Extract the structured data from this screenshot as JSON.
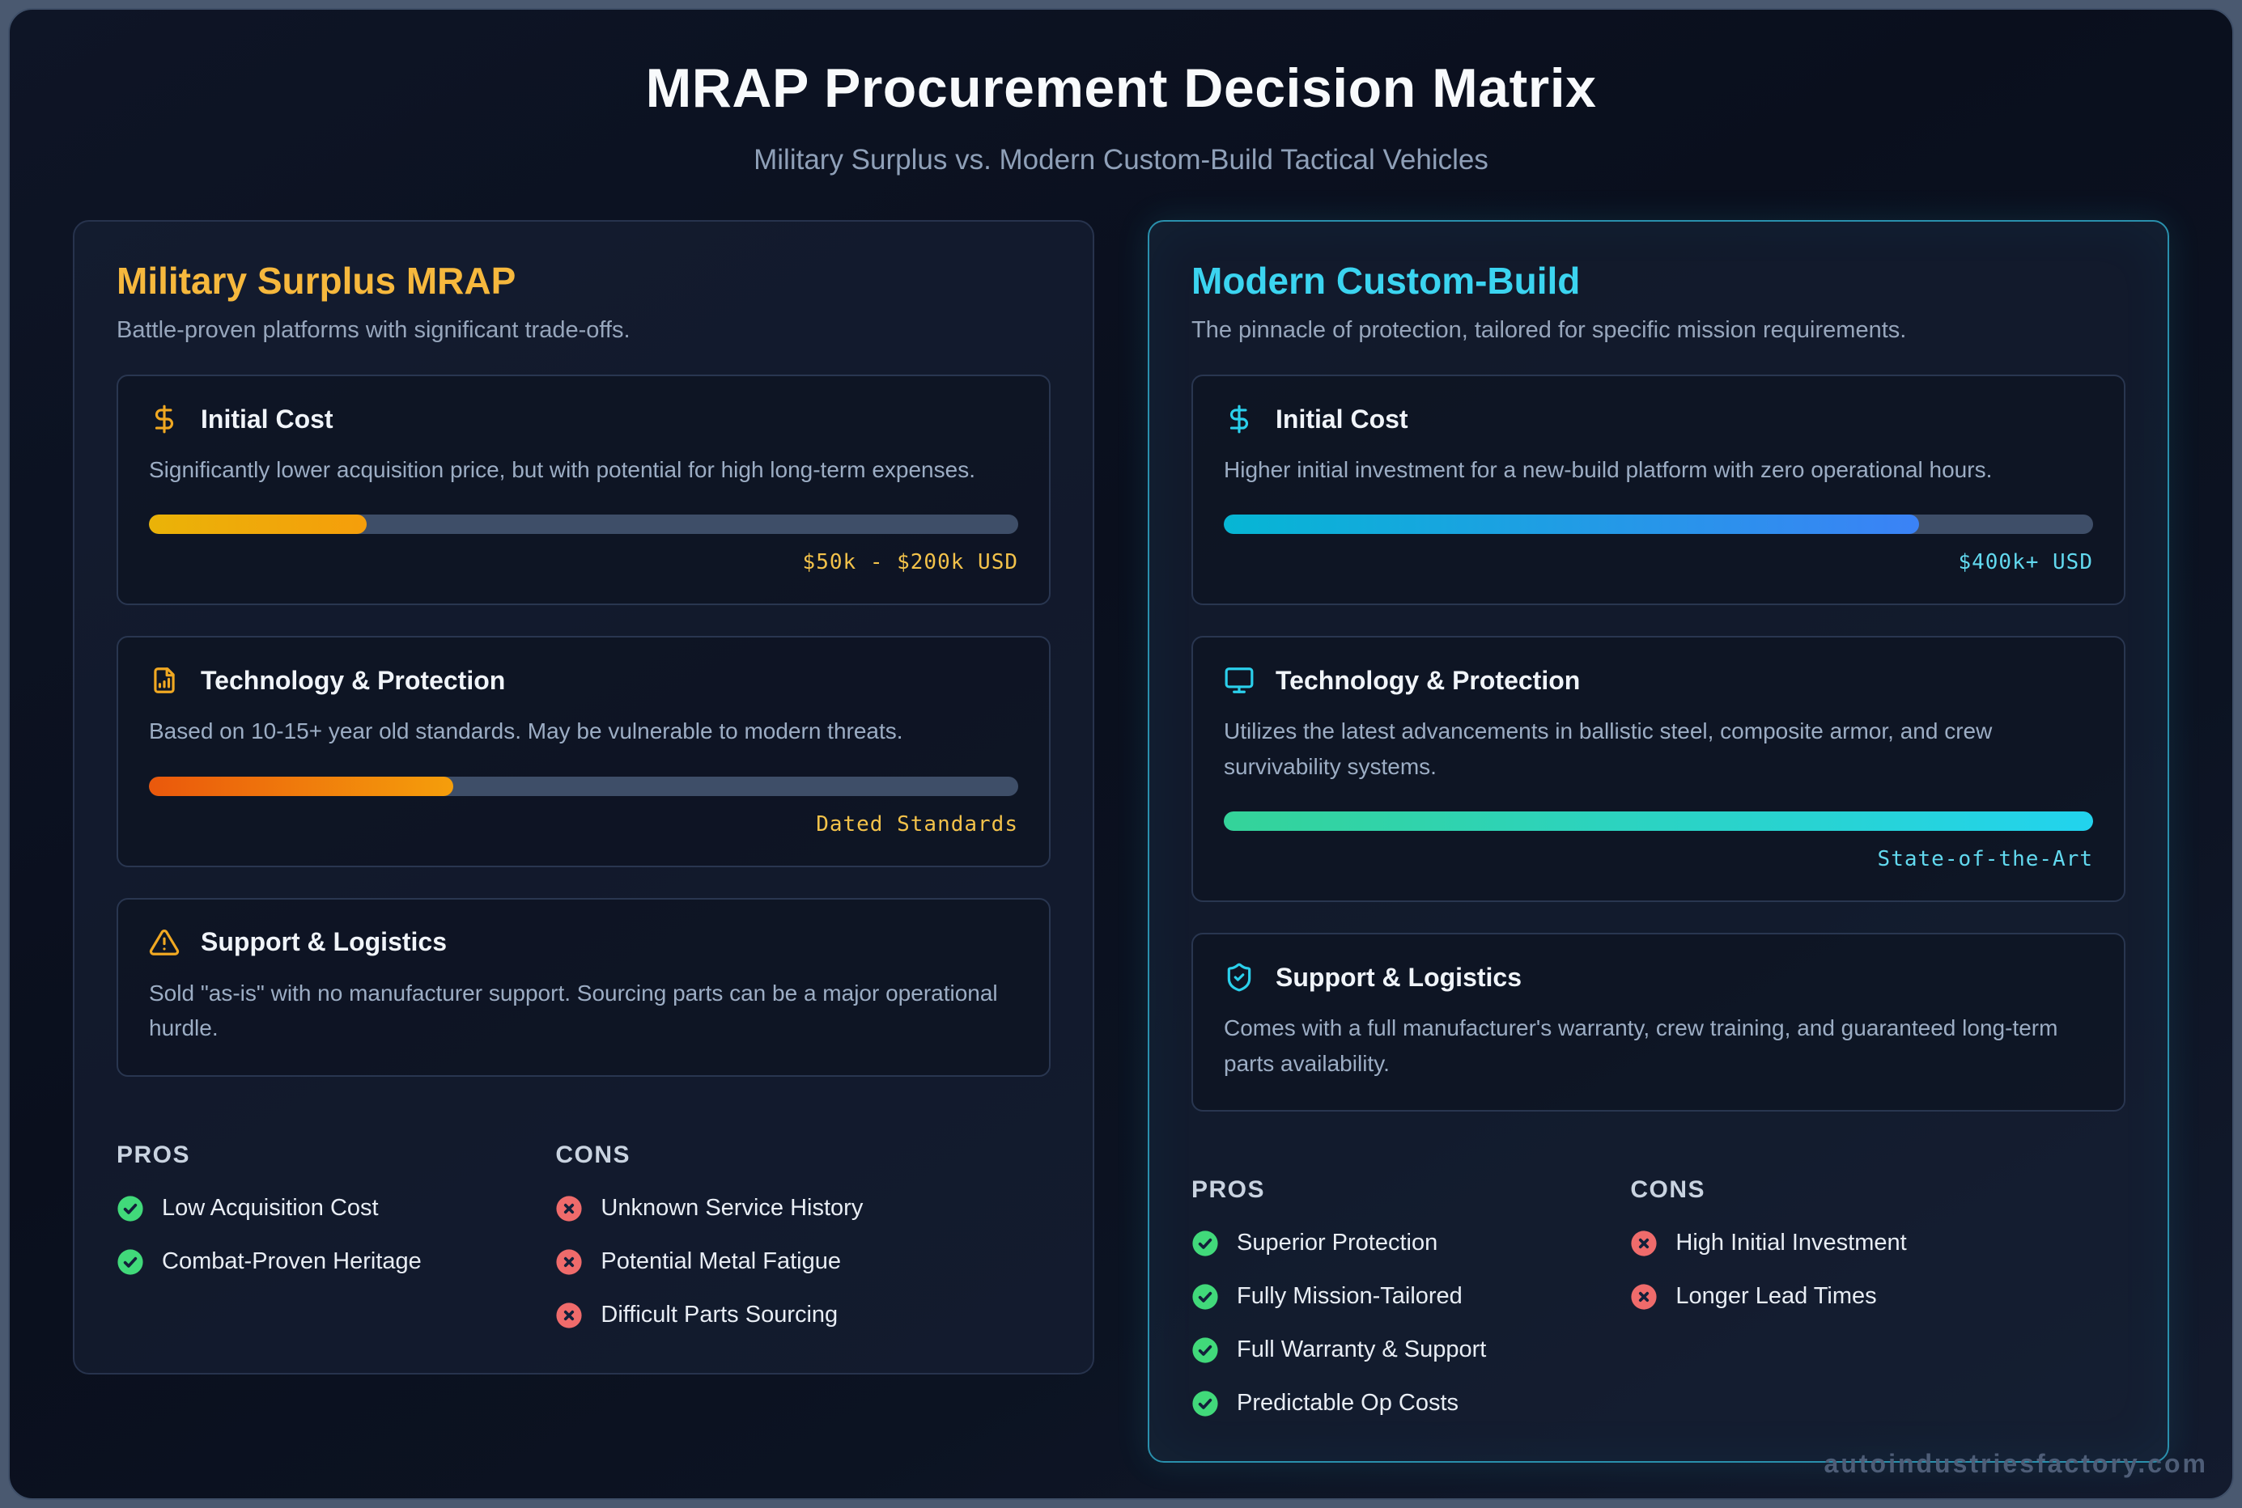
{
  "page": {
    "title": "MRAP Procurement Decision Matrix",
    "subtitle": "Military Surplus vs. Modern Custom-Build Tactical Vehicles",
    "watermark": "autoindustriesfactory.com"
  },
  "colors": {
    "background": "#0a0f1d",
    "card_border": "#27334d",
    "accent_card_border": "#2a90ad",
    "bar_track": "#3e4e68",
    "pro_badge": "#41d97a",
    "con_badge": "#ef6b6b",
    "badge_glyph": "#13203a"
  },
  "cards": [
    {
      "title": "Military Surplus MRAP",
      "tagline": "Battle-proven platforms with significant trade-offs.",
      "colors": {
        "accent": "#f6b83d",
        "icon": "#f0a822",
        "value": "#f3c24a"
      },
      "metrics": [
        {
          "icon": "dollar-sign-icon",
          "title": "Initial Cost",
          "description": "Significantly lower acquisition price, but with potential for high long-term expenses.",
          "bar": {
            "percent": 25,
            "from": "#eab308",
            "to": "#f59e0b"
          },
          "value": "$50k - $200k USD"
        },
        {
          "icon": "file-bar-chart-icon",
          "title": "Technology & Protection",
          "description": "Based on 10-15+ year old standards. May be vulnerable to modern threats.",
          "bar": {
            "percent": 35,
            "from": "#ea580c",
            "to": "#f59e0b"
          },
          "value": "Dated Standards"
        },
        {
          "icon": "alert-triangle-icon",
          "title": "Support & Logistics",
          "description": "Sold \"as-is\" with no manufacturer support. Sourcing parts can be a major operational hurdle."
        }
      ],
      "pros_label": "PROS",
      "cons_label": "CONS",
      "pros": [
        "Low Acquisition Cost",
        "Combat-Proven Heritage"
      ],
      "cons": [
        "Unknown Service History",
        "Potential Metal Fatigue",
        "Difficult Parts Sourcing"
      ]
    },
    {
      "title": "Modern Custom-Build",
      "tagline": "The pinnacle of protection, tailored for specific mission requirements.",
      "colors": {
        "accent": "#3bd4f0",
        "icon": "#2bd0ec",
        "value": "#62d9ef"
      },
      "metrics": [
        {
          "icon": "dollar-sign-icon",
          "title": "Initial Cost",
          "description": "Higher initial investment for a new-build platform with zero operational hours.",
          "bar": {
            "percent": 80,
            "from": "#06b6d4",
            "to": "#3b82f6"
          },
          "value": "$400k+ USD"
        },
        {
          "icon": "monitor-icon",
          "title": "Technology & Protection",
          "description": "Utilizes the latest advancements in ballistic steel, composite armor, and crew survivability systems.",
          "bar": {
            "percent": 100,
            "from": "#34d399",
            "to": "#22d3ee"
          },
          "value": "State-of-the-Art"
        },
        {
          "icon": "shield-check-icon",
          "title": "Support & Logistics",
          "description": "Comes with a full manufacturer's warranty, crew training, and guaranteed long-term parts availability."
        }
      ],
      "pros_label": "PROS",
      "cons_label": "CONS",
      "pros": [
        "Superior Protection",
        "Fully Mission-Tailored",
        "Full Warranty & Support",
        "Predictable Op Costs"
      ],
      "cons": [
        "High Initial Investment",
        "Longer Lead Times"
      ]
    }
  ]
}
